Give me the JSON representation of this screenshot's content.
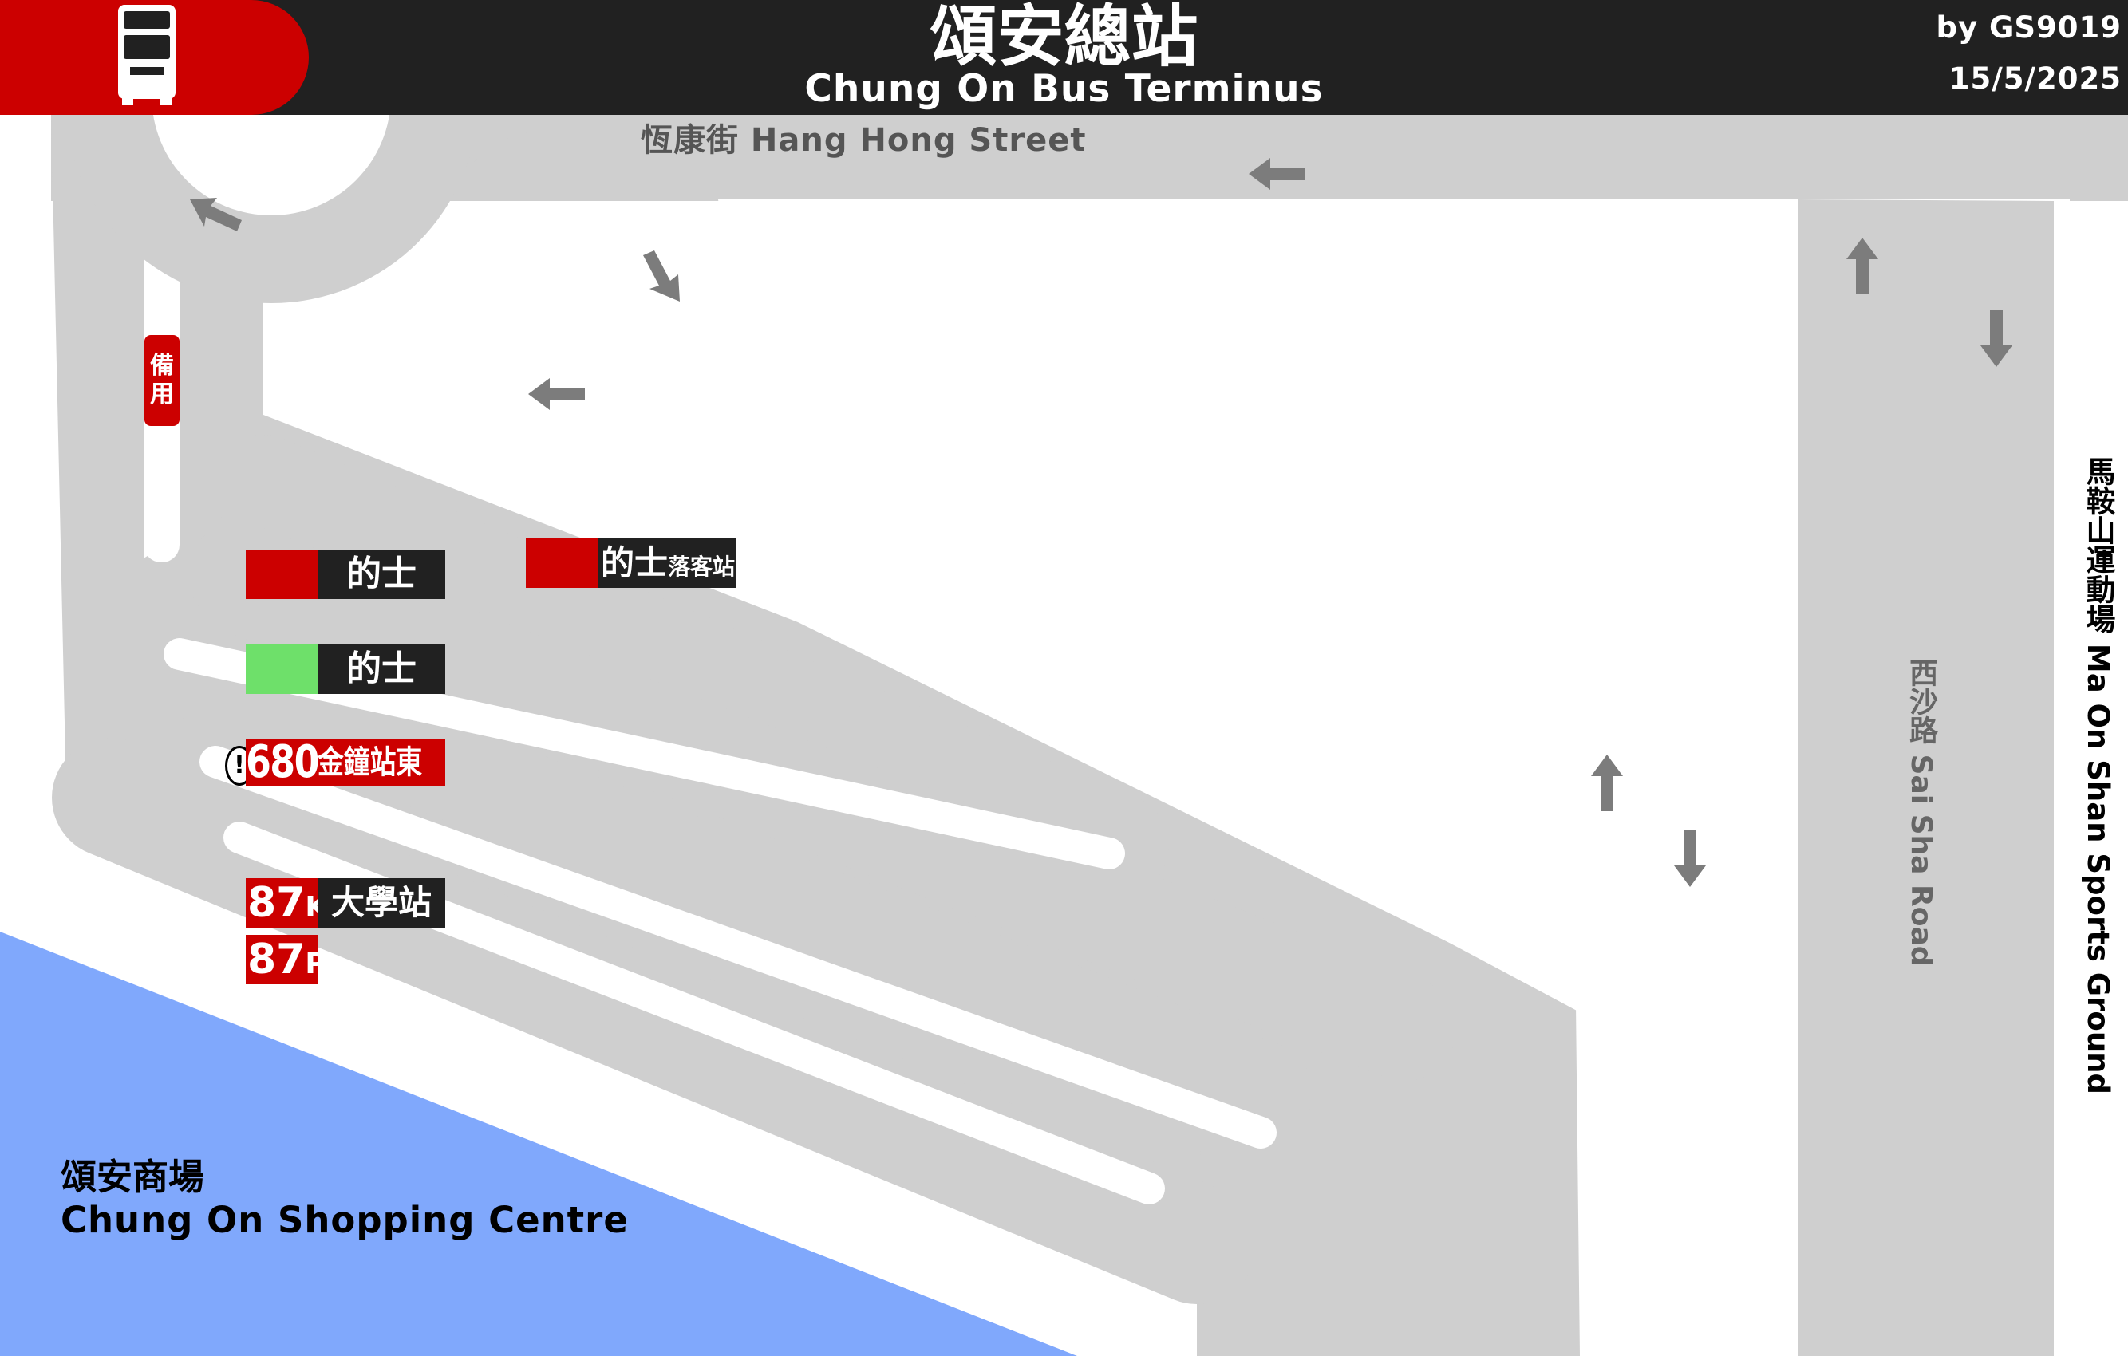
{
  "header": {
    "title_zh": "頌安總站",
    "title_en": "Chung On Bus Terminus",
    "author": "by GS9019",
    "date": "15/5/2025"
  },
  "streets": {
    "hang_hong": "恆康街 Hang Hong Street",
    "sai_sha": "西沙路 Sai Sha Road",
    "ma_on_shan": "馬鞍山運動場 Ma On Shan Sports Ground"
  },
  "mall": {
    "name_zh": "頌安商場",
    "name_en": "Chung On Shopping Centre"
  },
  "spare_bay": {
    "label": "備用"
  },
  "bays": {
    "taxi_red": {
      "label": "的士"
    },
    "taxi_green": {
      "label": "的士"
    },
    "taxi_dropoff": {
      "label": "的士",
      "sub": "落客站"
    },
    "route_680": {
      "route": "680",
      "destination": "金鐘站東",
      "alert": "!"
    },
    "route_87k": {
      "route": "87",
      "suffix": "K",
      "destination": "大學站"
    },
    "route_87p": {
      "route": "87",
      "suffix": "P"
    }
  },
  "colors": {
    "header_bg": "#212121",
    "accent_red": "#cc0000",
    "taxi_red": "#cc0000",
    "taxi_green": "#6ee06a",
    "road": "#cfcfcf",
    "mall": "#80a8fc",
    "arrow": "#7c7c7c"
  }
}
